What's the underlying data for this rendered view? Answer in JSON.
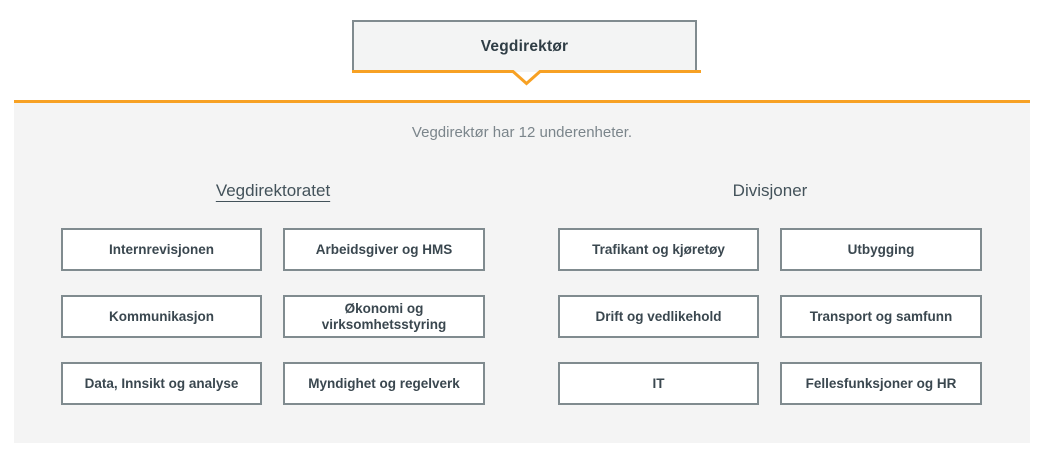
{
  "root_node": {
    "label": "Vegdirektør"
  },
  "subtitle": "Vegdirektør har 12 underenheter.",
  "subunit_count": 12,
  "groups": [
    {
      "heading": "Vegdirektoratet",
      "underlined": true,
      "units": [
        "Internrevisjonen",
        "Arbeidsgiver og HMS",
        "Kommunikasjon",
        "Økonomi og virksomhetsstyring",
        "Data, Innsikt og analyse",
        "Myndighet og regelverk"
      ]
    },
    {
      "heading": "Divisjoner",
      "underlined": false,
      "units": [
        "Trafikant og kjøretøy",
        "Utbygging",
        "Drift og vedlikehold",
        "Transport og samfunn",
        "IT",
        "Fellesfunksjoner og HR"
      ]
    }
  ],
  "colors": {
    "accent_orange": "#f7a124",
    "box_border_gray": "#808b8f",
    "panel_background": "#f4f4f4",
    "root_box_background": "#f3f4f4",
    "unit_text": "#3a474f",
    "subtitle_text": "#7b858b"
  }
}
